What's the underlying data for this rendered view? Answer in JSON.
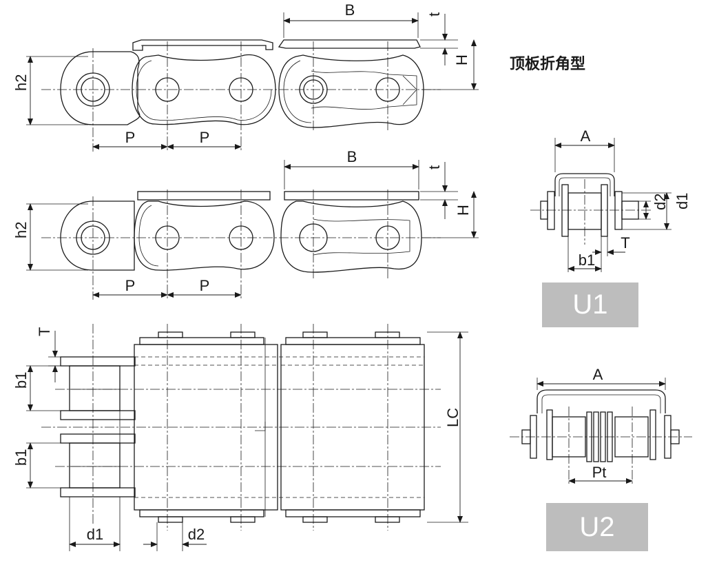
{
  "caption": "顶板折角型",
  "labels": {
    "B": "B",
    "t": "t",
    "H": "H",
    "h2": "h2",
    "P": "P",
    "A": "A",
    "d1": "d1",
    "d2": "d2",
    "T": "T",
    "b1": "b1",
    "LC": "LC",
    "Pt": "Pt"
  },
  "variants": {
    "u1": "U1",
    "u2": "U2"
  }
}
